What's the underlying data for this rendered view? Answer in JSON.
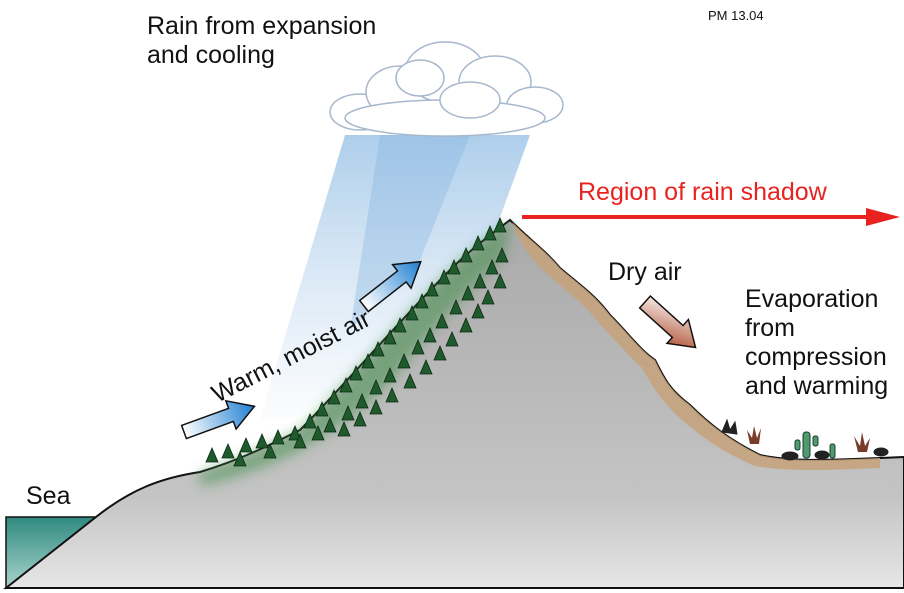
{
  "labels": {
    "figure_code": "PM 13.04",
    "rain_expansion_line1": "Rain from expansion",
    "rain_expansion_line2": "and cooling",
    "rain_shadow": "Region of rain shadow",
    "dry_air": "Dry air",
    "evaporation_line1": "Evaporation",
    "evaporation_line2": "from",
    "evaporation_line3": "compression",
    "evaporation_line4": "and warming",
    "warm_moist_air": "Warm, moist air",
    "sea": "Sea"
  },
  "colors": {
    "rain_shadow_arrow": "#e8231f",
    "rain_shadow_text": "#e8231f",
    "moist_air_arrow": "#2f8fd6",
    "dry_air_arrow": "#b5532a",
    "mountain": "#b3b3b3",
    "forest": "#3f8f4a",
    "desert_soil": "#c7a27a",
    "sea": "#4a9e94",
    "cloud": "#ffffff"
  }
}
